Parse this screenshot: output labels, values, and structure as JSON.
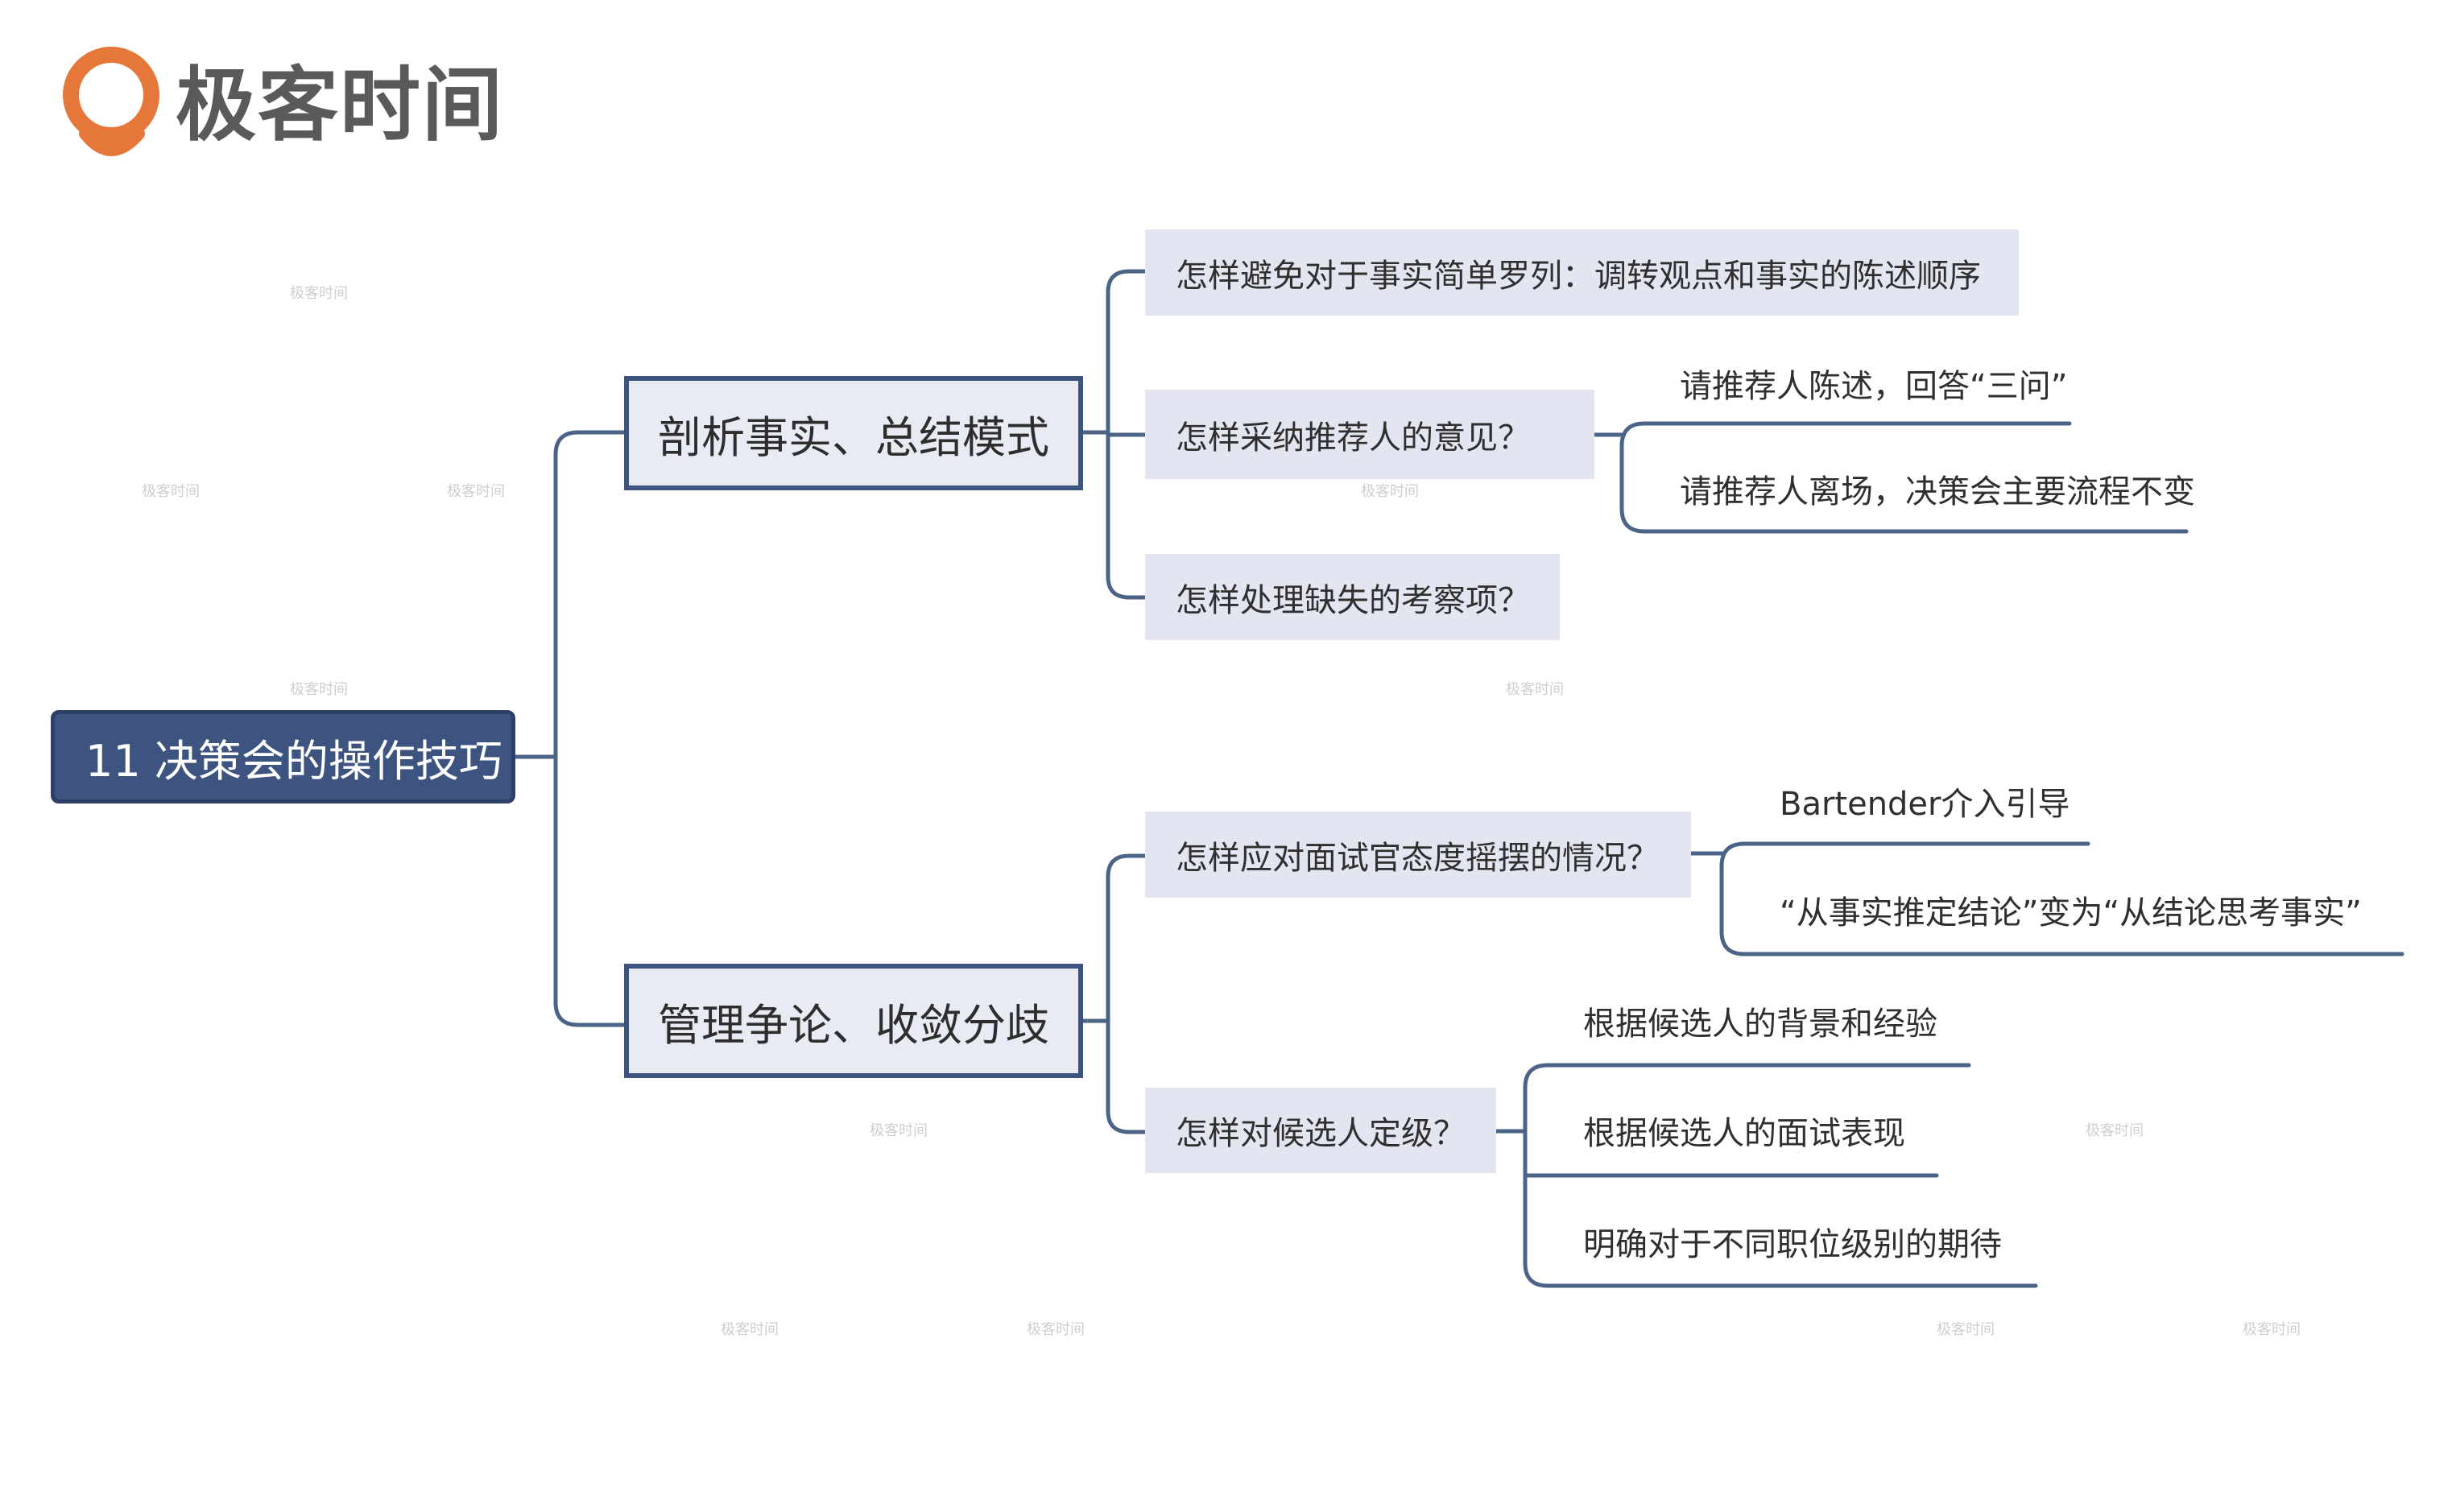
{
  "brand": {
    "name": "极客时间",
    "icon": "geektime-logo-icon",
    "color": "#e6773a"
  },
  "watermark": "极客时间",
  "colors": {
    "primary": "#3d5480",
    "node_fill": "#e3e6f1",
    "line": "#4a6387"
  },
  "mindmap": {
    "root": "11 决策会的操作技巧",
    "branches": [
      {
        "label": "剖析事实、总结模式",
        "children": [
          {
            "label": "怎样避免对于事实简单罗列：调转观点和事实的陈述顺序",
            "children": []
          },
          {
            "label": "怎样采纳推荐人的意见？",
            "children": [
              "请推荐人陈述，回答“三问”",
              "请推荐人离场，决策会主要流程不变"
            ]
          },
          {
            "label": "怎样处理缺失的考察项？",
            "children": []
          }
        ]
      },
      {
        "label": "管理争论、收敛分歧",
        "children": [
          {
            "label": "怎样应对面试官态度摇摆的情况？",
            "children": [
              "Bartender介入引导",
              "“从事实推定结论”变为“从结论思考事实”"
            ]
          },
          {
            "label": "怎样对候选人定级？",
            "children": [
              "根据候选人的背景和经验",
              "根据候选人的面试表现",
              "明确对于不同职位级别的期待"
            ]
          }
        ]
      }
    ]
  }
}
